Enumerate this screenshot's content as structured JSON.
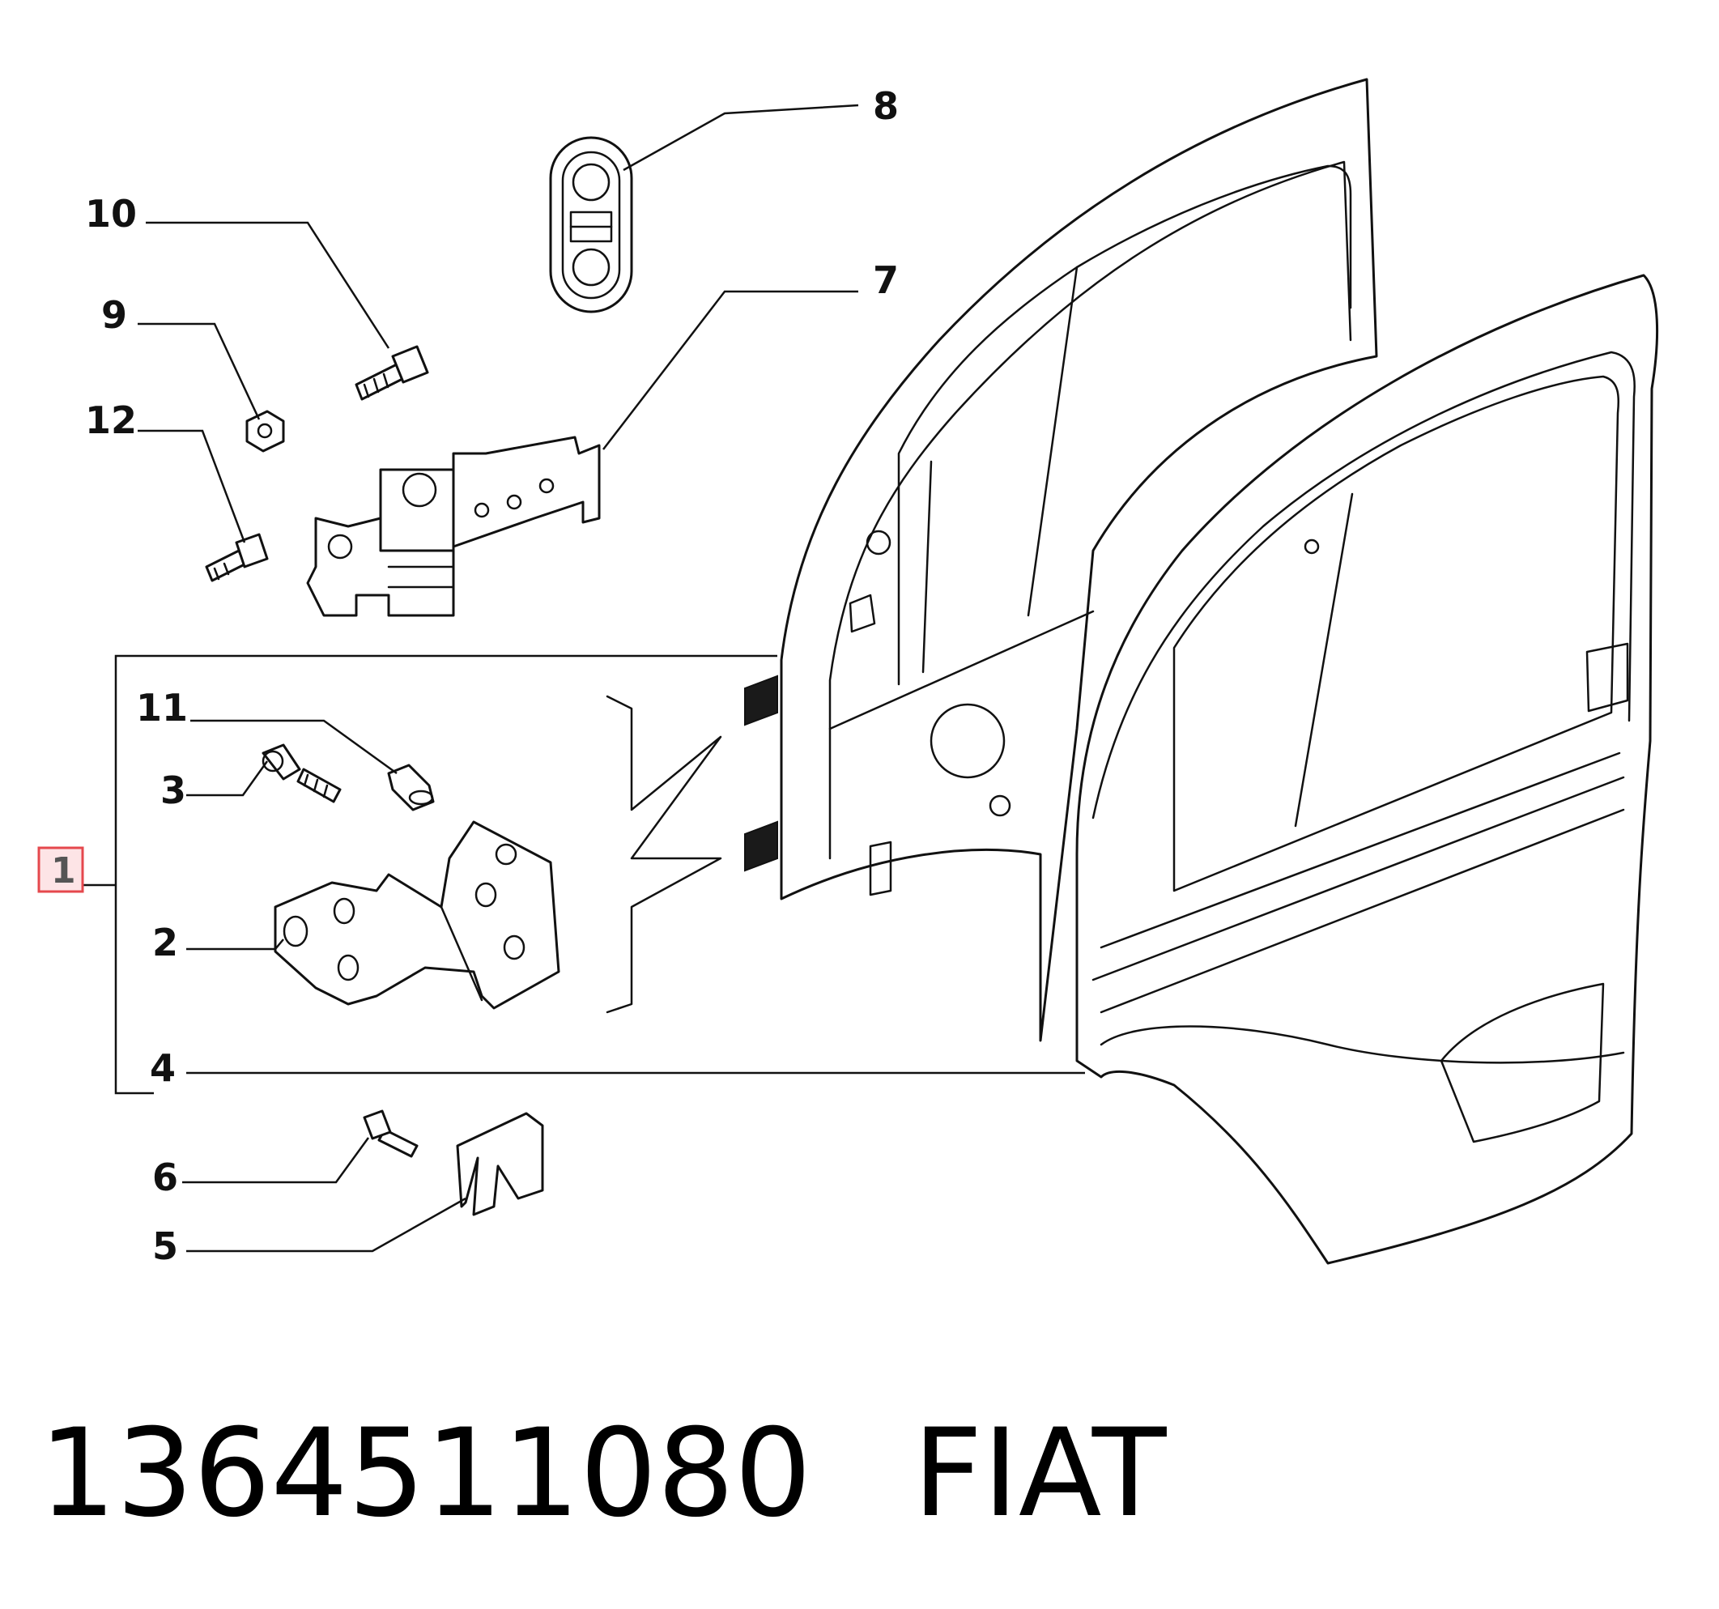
{
  "callouts": {
    "c1": "1",
    "c2": "2",
    "c3": "3",
    "c4": "4",
    "c5": "5",
    "c6": "6",
    "c7": "7",
    "c8": "8",
    "c9": "9",
    "c10": "10",
    "c11": "11",
    "c12": "12"
  },
  "highlight_color": "#e5484d",
  "caption": {
    "part_number": "1364511080",
    "brand": "FIAT"
  }
}
